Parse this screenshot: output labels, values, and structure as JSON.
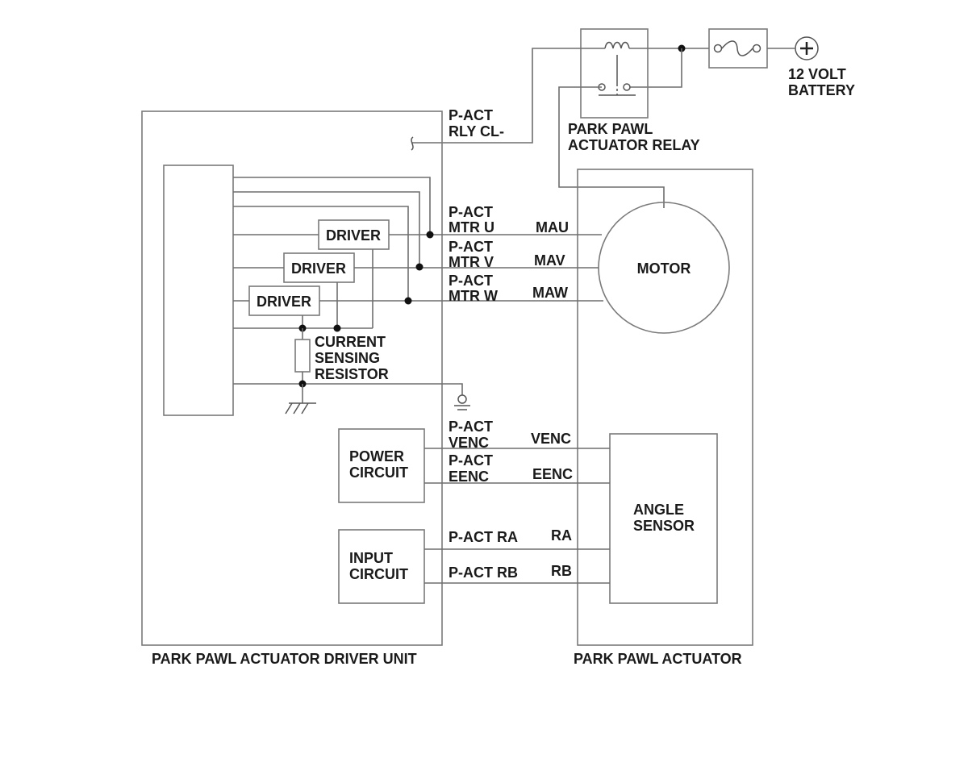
{
  "battery": {
    "line1": "12 VOLT",
    "line2": "BATTERY"
  },
  "relay": {
    "line1": "PARK PAWL",
    "line2": "ACTUATOR RELAY"
  },
  "driver_unit": {
    "title": "PARK PAWL ACTUATOR DRIVER UNIT",
    "driver_label": "DRIVER",
    "current_sensing": {
      "line1": "CURRENT",
      "line2": "SENSING",
      "line3": "RESISTOR"
    },
    "power_circuit": {
      "line1": "POWER",
      "line2": "CIRCUIT"
    },
    "input_circuit": {
      "line1": "INPUT",
      "line2": "CIRCUIT"
    }
  },
  "actuator": {
    "title": "PARK PAWL ACTUATOR",
    "motor": "MOTOR",
    "angle_sensor": {
      "line1": "ANGLE",
      "line2": "SENSOR"
    }
  },
  "terminals": {
    "rly": {
      "line1": "P-ACT",
      "line2": "RLY CL-"
    },
    "mtr_u": {
      "line1": "P-ACT",
      "line2": "MTR U",
      "pin": "MAU"
    },
    "mtr_v": {
      "line1": "P-ACT",
      "line2": "MTR V",
      "pin": "MAV"
    },
    "mtr_w": {
      "line1": "P-ACT",
      "line2": "MTR W",
      "pin": "MAW"
    },
    "venc": {
      "line1": "P-ACT",
      "line2": "VENC",
      "pin": "VENC"
    },
    "eenc": {
      "line1": "P-ACT",
      "line2": "EENC",
      "pin": "EENC"
    },
    "ra": {
      "label": "P-ACT RA",
      "pin": "RA"
    },
    "rb": {
      "label": "P-ACT RB",
      "pin": "RB"
    }
  }
}
